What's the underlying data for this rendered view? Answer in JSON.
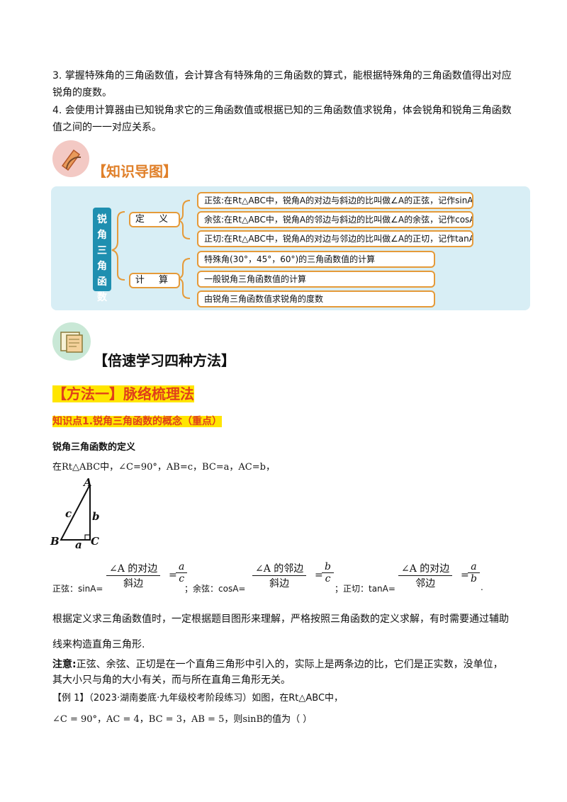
{
  "goals": {
    "item3_line1": "3. 掌握特殊角的三角函数值，会计算含有特殊角的三角函数的算式，能根据特殊角的三角函数值得出对应",
    "item3_line2": "锐角的度数。",
    "item4_line1": "4. 会使用计算器由已知锐角求它的三角函数值或根据已知的三角函数值求锐角，体会锐角和锐角三角函数",
    "item4_line2": "值之间的一一对应关系。"
  },
  "knowledge_map": {
    "heading": "【知识导图】",
    "root": "锐角三角函数",
    "categories": [
      "定 义",
      "计 算"
    ],
    "definitions": [
      "正弦:在Rt△ABC中，锐角A的对边与斜边的比叫做∠A的正弦，记作sinA",
      "余弦:在Rt△ABC中，锐角A的邻边与斜边的比叫做∠A的余弦，记作cosA",
      "正切:在Rt△ABC中，锐角A的对边与邻边的比叫做∠A的正切，记作tanA"
    ],
    "calculations": [
      "特殊角(30°，45°，60°)的三角函数值的计算",
      "一般锐角三角函数值的计算",
      "由锐角三角函数值求锐角的度数"
    ]
  },
  "methods_heading": "【倍速学习四种方法】",
  "method1": "【方法一】脉络梳理法",
  "kp1": "知识点1.锐角三角函数的概念（重点）",
  "def_title": "锐角三角函数的定义",
  "given": "在Rt△ABC中，∠C=90°，AB=c，BC=a，AC=b，",
  "triangle": {
    "A": "A",
    "B": "B",
    "C": "C",
    "a": "a",
    "b": "b",
    "c": "c"
  },
  "formulas": {
    "sin_label": "正弦：sinA=",
    "sin_num": "∠A 的对边",
    "sin_den": "斜边",
    "sin_rnum": "a",
    "sin_rden": "c",
    "cos_label": "；余弦：cosA=",
    "cos_num": "∠A 的邻边",
    "cos_den": "斜边",
    "cos_rnum": "b",
    "cos_rden": "c",
    "tan_label": "；正切：tanA=",
    "tan_num": "∠A 的对边",
    "tan_den": "邻边",
    "tan_rnum": "a",
    "tan_rden": "b",
    "end": "."
  },
  "explain_line1": "根据定义求三角函数值时，一定根据题目图形来理解，严格按照三角函数的定义求解，有时需要通过辅助",
  "explain_line2": "线来构造直角三角形.",
  "note_label": "注意:",
  "note_line1": "正弦、余弦、正切是在一个直角三角形中引入的，实际上是两条边的比，它们是正实数，没单位，",
  "note_line2": "其大小只与角的大小有关，而与所在直角三角形无关。",
  "example_line1": "【例 1】（2023·湖南娄底·九年级校考阶段练习）如图，在Rt△ABC中，",
  "example_line2": "∠C = 90°，AC = 4，BC = 3，AB = 5，则sinB的值为（    ）"
}
